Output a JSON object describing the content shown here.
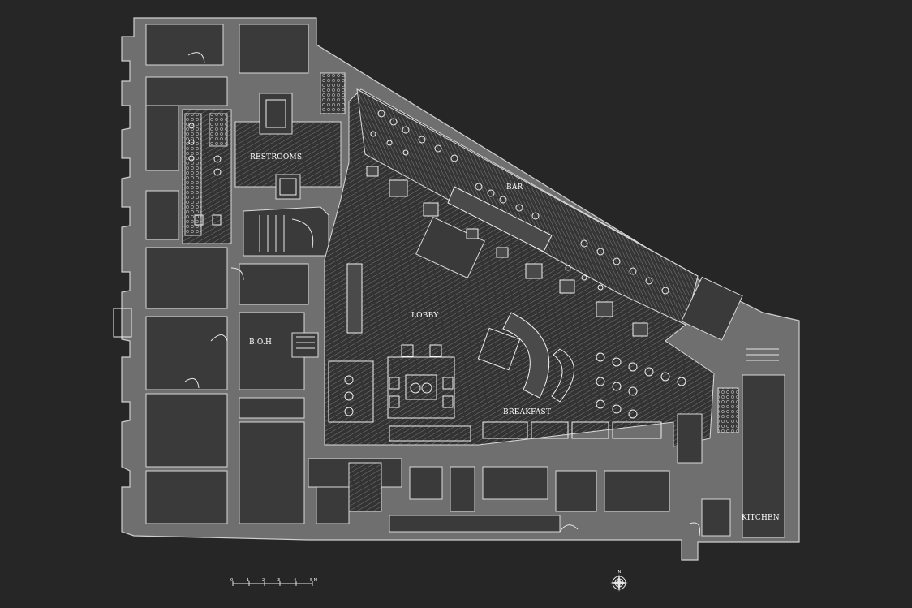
{
  "labels": {
    "restrooms": "RESTROOMS",
    "bar": "BAR",
    "lobby": "LOBBY",
    "boh": "B.O.H",
    "breakfast": "BREAKFAST",
    "kitchen": "KITCHEN"
  },
  "scale_bar": {
    "ticks": [
      "0",
      "1",
      "2",
      "3",
      "4",
      "5 M"
    ]
  },
  "north_arrow": {
    "letter": "N",
    "icon": "compass-rose-icon"
  },
  "colors": {
    "background": "#262626",
    "wall": "#6f6f6f",
    "line": "#e6e6e6"
  }
}
